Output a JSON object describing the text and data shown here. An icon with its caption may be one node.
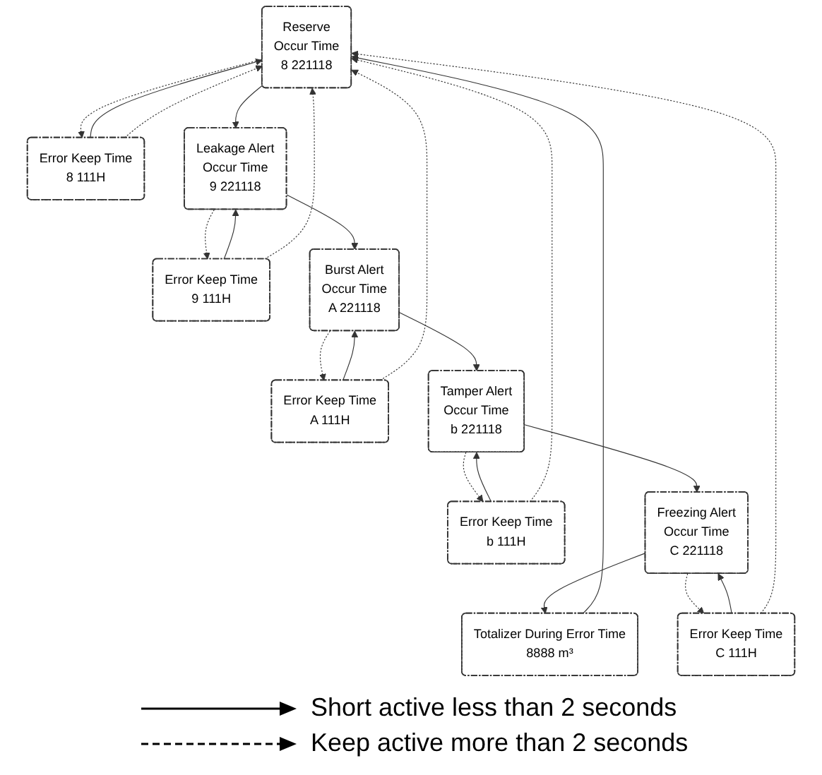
{
  "diagram": {
    "nodes": [
      {
        "text": [
          "Reserve",
          "Occur Time",
          "8 221118"
        ]
      },
      {
        "text": [
          "Error Keep Time",
          "8 111H"
        ]
      },
      {
        "text": [
          "Leakage Alert",
          "Occur Time",
          "9 221118"
        ]
      },
      {
        "text": [
          "Error Keep Time",
          "9 111H"
        ]
      },
      {
        "text": [
          "Burst Alert",
          "Occur Time",
          "A 221118"
        ]
      },
      {
        "text": [
          "Error Keep Time",
          "A 111H"
        ]
      },
      {
        "text": [
          "Tamper Alert",
          "Occur Time",
          "b 221118"
        ]
      },
      {
        "text": [
          "Error Keep Time",
          "b 111H"
        ]
      },
      {
        "text": [
          "Freezing Alert",
          "Occur Time",
          "C 221118"
        ]
      },
      {
        "text": [
          "Error Keep Time",
          "C 111H"
        ]
      },
      {
        "text": [
          "Totalizer During Error Time",
          "8888 m³"
        ]
      }
    ],
    "edges": [
      {
        "from": 0,
        "to": 2,
        "arrow": "to"
      },
      {
        "from": 2,
        "to": 4,
        "arrow": "to"
      },
      {
        "from": 4,
        "to": 6,
        "arrow": "to"
      },
      {
        "from": 6,
        "to": 8,
        "arrow": "to"
      },
      {
        "from": 8,
        "to": 10,
        "arrow": "to"
      },
      {
        "from": 10,
        "to": 0,
        "arrow": "to"
      },
      {
        "from": 1,
        "to": 0,
        "arrow": "to"
      },
      {
        "from": 0,
        "to": 1,
        "arrow": "to",
        "style": "dashed"
      },
      {
        "from": 3,
        "to": 2,
        "arrow": "to"
      },
      {
        "from": 2,
        "to": 3,
        "arrow": "to",
        "style": "dashed"
      },
      {
        "from": 5,
        "to": 4,
        "arrow": "to"
      },
      {
        "from": 4,
        "to": 5,
        "arrow": "to",
        "style": "dashed"
      },
      {
        "from": 7,
        "to": 6,
        "arrow": "to"
      },
      {
        "from": 6,
        "to": 7,
        "arrow": "to",
        "style": "dashed"
      },
      {
        "from": 9,
        "to": 8,
        "arrow": "to"
      },
      {
        "from": 8,
        "to": 9,
        "arrow": "to",
        "style": "dashed"
      },
      {
        "from": 1,
        "to": 0,
        "arrow": "to",
        "style": "dashed"
      },
      {
        "from": 3,
        "to": 0,
        "arrow": "to",
        "style": "dashed"
      },
      {
        "from": 5,
        "to": 0,
        "arrow": "to",
        "style": "dashed"
      },
      {
        "from": 7,
        "to": 0,
        "arrow": "to",
        "style": "dashed"
      },
      {
        "from": 9,
        "to": 0,
        "arrow": "to",
        "style": "dashed"
      }
    ],
    "legend": [
      {
        "text": "Short active less than 2 seconds"
      },
      {
        "text": "Keep active more than 2 seconds"
      }
    ]
  }
}
